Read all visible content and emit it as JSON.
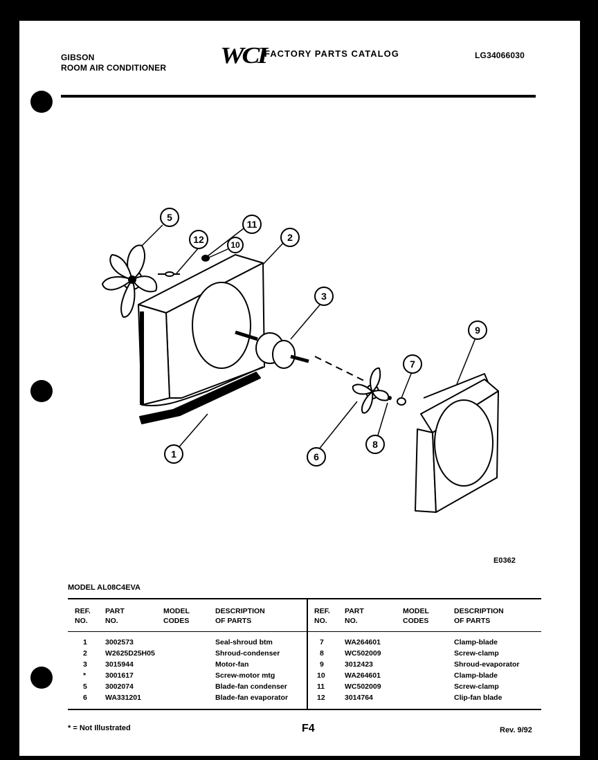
{
  "header": {
    "brand": "GIBSON",
    "product": "ROOM AIR CONDITIONER",
    "logo": "WCI",
    "catalog_title": "FACTORY PARTS CATALOG",
    "catalog_number": "LG34066030"
  },
  "diagram": {
    "callouts": [
      "1",
      "2",
      "3",
      "5",
      "6",
      "7",
      "8",
      "9",
      "10",
      "11",
      "12"
    ],
    "drawing_id": "E0362"
  },
  "model_line": "MODEL AL08C4EVA",
  "table": {
    "headers": {
      "ref": "REF.\nNO.",
      "part": "PART\nNO.",
      "model": "MODEL\nCODES",
      "desc": "DESCRIPTION\nOF PARTS"
    },
    "left_rows": [
      {
        "ref": "1",
        "part": "3002573",
        "model": "",
        "desc": "Seal-shroud btm"
      },
      {
        "ref": "2",
        "part": "W2625D25H05",
        "model": "",
        "desc": "Shroud-condenser"
      },
      {
        "ref": "3",
        "part": "3015944",
        "model": "",
        "desc": "Motor-fan"
      },
      {
        "ref": "*",
        "part": "3001617",
        "model": "",
        "desc": "Screw-motor mtg"
      },
      {
        "ref": "5",
        "part": "3002074",
        "model": "",
        "desc": "Blade-fan condenser"
      },
      {
        "ref": "6",
        "part": "WA331201",
        "model": "",
        "desc": "Blade-fan evaporator"
      }
    ],
    "right_rows": [
      {
        "ref": "7",
        "part": "WA264601",
        "model": "",
        "desc": "Clamp-blade"
      },
      {
        "ref": "8",
        "part": "WC502009",
        "model": "",
        "desc": "Screw-clamp"
      },
      {
        "ref": "9",
        "part": "3012423",
        "model": "",
        "desc": "Shroud-evaporator"
      },
      {
        "ref": "10",
        "part": "WA264601",
        "model": "",
        "desc": "Clamp-blade"
      },
      {
        "ref": "11",
        "part": "WC502009",
        "model": "",
        "desc": "Screw-clamp"
      },
      {
        "ref": "12",
        "part": "3014764",
        "model": "",
        "desc": "Clip-fan blade"
      }
    ]
  },
  "footer": {
    "footnote": "* = Not Illustrated",
    "page": "F4",
    "revision": "Rev. 9/92"
  }
}
